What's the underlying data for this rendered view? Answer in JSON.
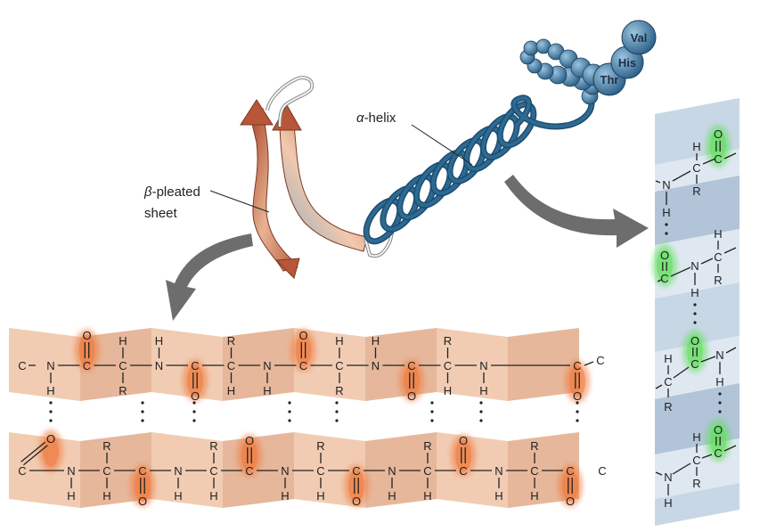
{
  "labels": {
    "alpha_helix_prefix": "α",
    "alpha_helix_suffix": "-helix",
    "beta_sheet_prefix": "β",
    "beta_sheet_suffix": "-pleated",
    "beta_sheet_line2": "sheet"
  },
  "residues": [
    "Val",
    "His",
    "Thr"
  ],
  "atoms": {
    "C": "C",
    "N": "N",
    "H": "H",
    "O": "O",
    "R": "R",
    "minus": "–"
  },
  "colors": {
    "sheet_band": "#efc3a6",
    "sheet_band_dark": "#e2aa88",
    "oxygen_glow": "#f07a3c",
    "helix_band": "#c2d3e3",
    "helix_band_dark": "#aabed4",
    "helix_glow": "#5ee05a",
    "ribbon": "#c0603a",
    "helix_blue": "#2d6a92",
    "arrow_gray": "#6d6d6d"
  }
}
